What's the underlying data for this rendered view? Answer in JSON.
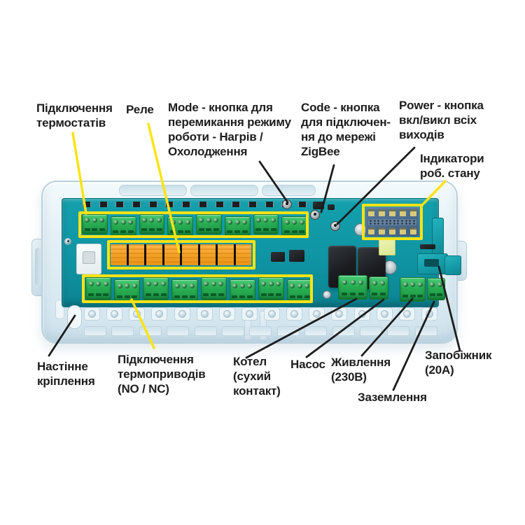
{
  "labels": {
    "thermostats": "Підключення\nтермостатів",
    "relay": "Реле",
    "mode": "Mode - кнопка для\nперемикання режиму\nроботи - Нагрів /\nОхолодження",
    "code": "Code - кнопка\nдля підключен-\nня до мережі\nZigBee",
    "power": "Power - кнопка\nвкл/викл всіх\nвиходів",
    "indicators": "Індикатори\nроб. стану",
    "wall_mount": "Настінне\nкріплення",
    "actuators": "Підключення\nтермоприводів\n(NO / NC)",
    "boiler": "Котел\n(сухий\nконтакт)",
    "pump": "Насос",
    "supply": "Живлення\n(230В)",
    "ground": "Заземлення",
    "fuse": "Запобіжник\n(20А)"
  },
  "device": {
    "zones": 8,
    "relay_count": 8,
    "colors": {
      "highlight_yellow": "#fce315",
      "pcb_teal": "#0f93a2",
      "terminal_green": "#28ad52",
      "relay_orange": "#f29f26",
      "enclosure_blue": "#dbebf2",
      "leader_black": "#1c1c1c"
    }
  }
}
